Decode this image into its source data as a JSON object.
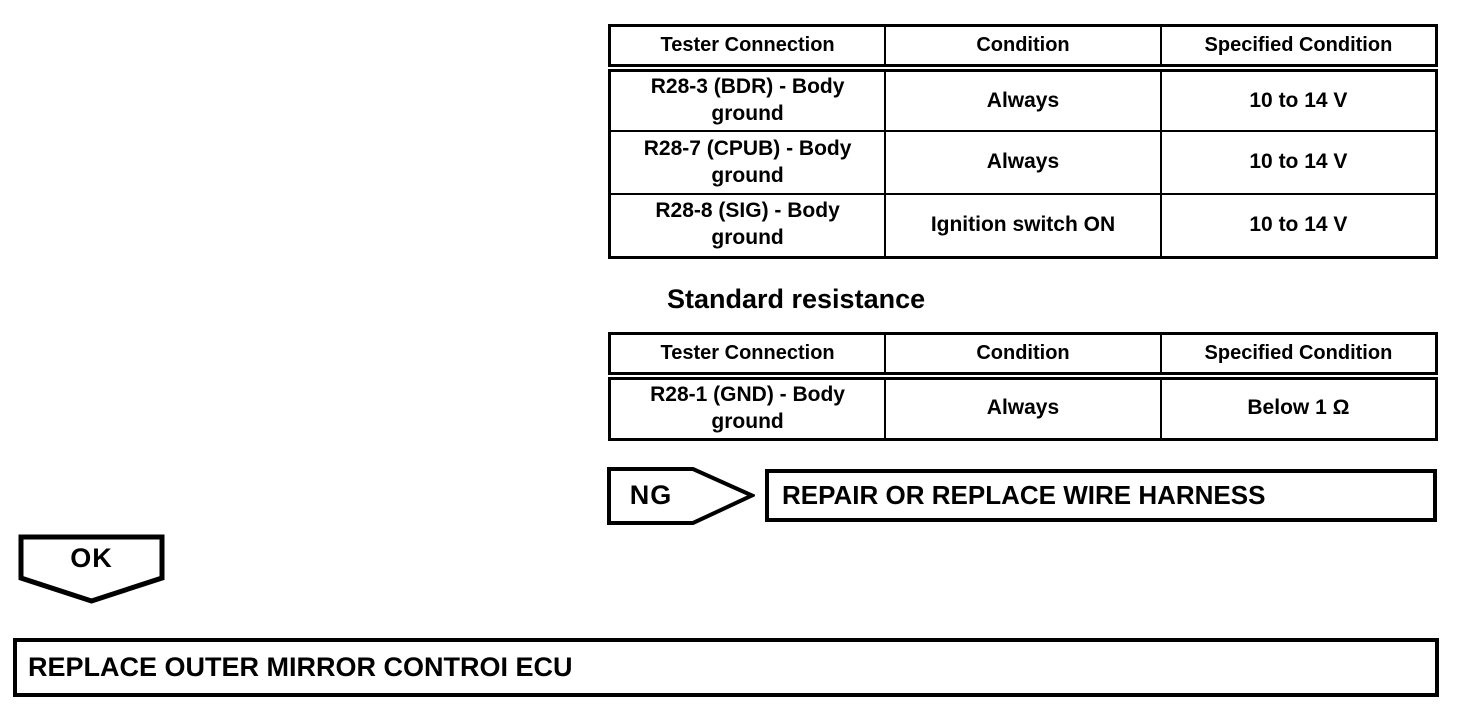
{
  "colors": {
    "ink": "#000000",
    "paper": "#ffffff"
  },
  "voltage_table": {
    "headers": [
      "Tester Connection",
      "Condition",
      "Specified Condition"
    ],
    "rows": [
      [
        "R28-3 (BDR) - Body ground",
        "Always",
        "10 to 14 V"
      ],
      [
        "R28-7 (CPUB) - Body ground",
        "Always",
        "10 to 14 V"
      ],
      [
        "R28-8 (SIG) - Body ground",
        "Ignition switch ON",
        "10 to 14 V"
      ]
    ]
  },
  "resistance_section": {
    "heading": "Standard resistance",
    "table": {
      "headers": [
        "Tester Connection",
        "Condition",
        "Specified Condition"
      ],
      "rows": [
        [
          "R28-1 (GND) - Body ground",
          "Always",
          "Below 1 Ω"
        ]
      ]
    }
  },
  "flowchart": {
    "ng_label": "NG",
    "ng_action": "REPAIR OR REPLACE WIRE HARNESS",
    "ok_label": "OK",
    "ok_action": "REPLACE OUTER MIRROR CONTROI ECU"
  }
}
